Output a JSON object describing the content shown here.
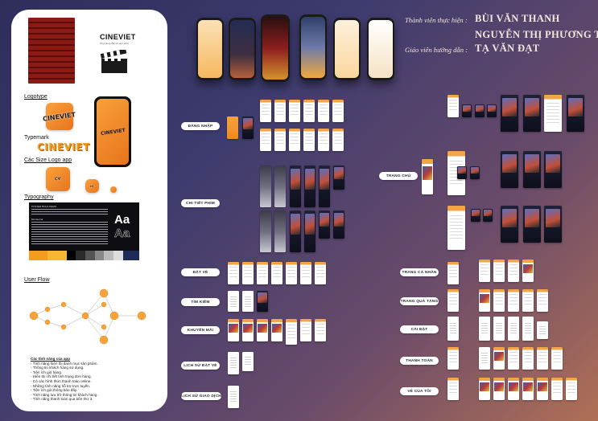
{
  "panel": {
    "brand_name": "CINEVIET",
    "brand_tagline": "Ứng dụng đặt vé xem phim",
    "logotype_label": "Logotype",
    "typemark_label": "Typemark",
    "typemark_text": "CINEVIET",
    "logo_sizes_label": "Các Size Logo app",
    "typography_label": "Typography",
    "typography_sample_big": "Aa",
    "typography_sample_outline": "Aa",
    "typography_font1": "POSTER BOLD DEMO",
    "typography_font2": "Montserrat",
    "user_flow_label": "User Flow",
    "features_title": "Các tính năng của app",
    "features": [
      "- Tính năng hiển thị danh mục sản phẩm.",
      "- Thông tin khách hàng sử dụng.",
      "- Tiện ích giỏ hàng.",
      "- Hiển thị chi tiết tình trạng đơn hàng.",
      "- Có các hình thức thanh toán online.",
      "- Những tính năng hỗ trợ trực tuyến.",
      "- Tiện ích gửi thông báo đẩy.",
      "- Tính năng lưu trữ thông tin khách hàng .",
      "- Tính năng thanh toán qua bên thứ 3."
    ],
    "palette": [
      "#f39c1f",
      "#f7b733",
      "#000000",
      "#2b2b2b",
      "#555555",
      "#888888",
      "#bbbbbb",
      "#dddddd",
      "#1e2a5a"
    ]
  },
  "credits": {
    "members_label": "Thành viên thực hiện :",
    "member1": "BÙI VĂN THANH",
    "member2": "NGUYỄN THỊ PHƯƠNG THẢO",
    "advisor_label": "Giáo viên hướng dẫn :",
    "advisor": "TẠ VĂN ĐẠT"
  },
  "sections": {
    "login": "ĐĂNG NHẬP",
    "movie_detail": "CHI TIẾT PHIM",
    "booking": "ĐẶT VÉ",
    "search": "TÌM KIẾM",
    "promotion": "KHUYẾN MÃI",
    "booking_history": "LỊCH SỬ ĐẶT VÉ",
    "transaction_history": "LỊCH SỬ GIAO DỊCH",
    "home": "TRANG CHỦ",
    "profile": "TRANG CÁ NHÂN",
    "gifts": "TRANG QUÀ TẶNG",
    "settings": "CÀI ĐẶT",
    "payment": "THANH TOÁN",
    "my_tickets": "VÉ CỦA TÔI"
  },
  "colors": {
    "accent": "#f39c1f",
    "panel": "#ffffff",
    "background_start": "#2f2d5a",
    "background_end": "#b06f55"
  }
}
